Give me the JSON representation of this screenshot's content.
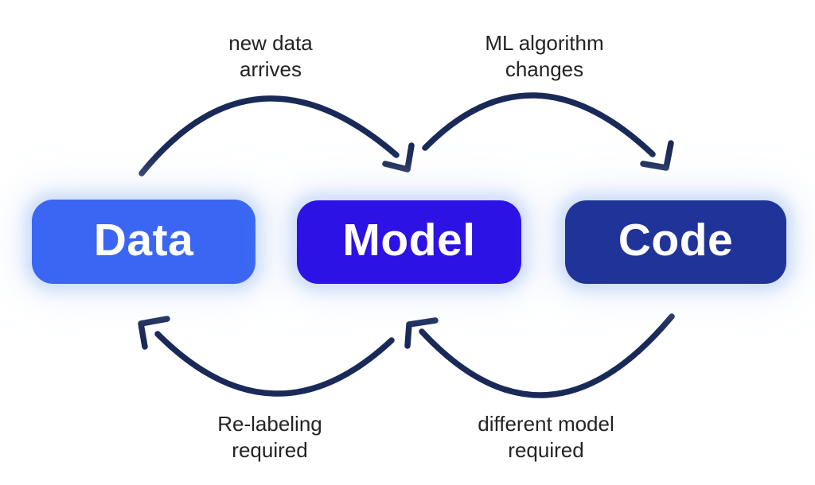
{
  "background_color": "#ffffff",
  "arrow_color": "#1a2a58",
  "caption_color": "#232323",
  "nodes": [
    {
      "label": "Data",
      "color": "#3a66f3",
      "text_color": "#ffffff"
    },
    {
      "label": "Model",
      "color": "#2c12e5",
      "text_color": "#ffffff"
    },
    {
      "label": "Code",
      "color": "#1f3399",
      "text_color": "#ffffff"
    }
  ],
  "arrows": [
    {
      "from": "Data",
      "to": "Model",
      "label_line1": "new data",
      "label_line2": "arrives"
    },
    {
      "from": "Model",
      "to": "Code",
      "label_line1": "ML algorithm",
      "label_line2": "changes"
    },
    {
      "from": "Model",
      "to": "Data",
      "label_line1": "Re-labeling",
      "label_line2": "required"
    },
    {
      "from": "Code",
      "to": "Model",
      "label_line1": "different model",
      "label_line2": "required"
    }
  ]
}
